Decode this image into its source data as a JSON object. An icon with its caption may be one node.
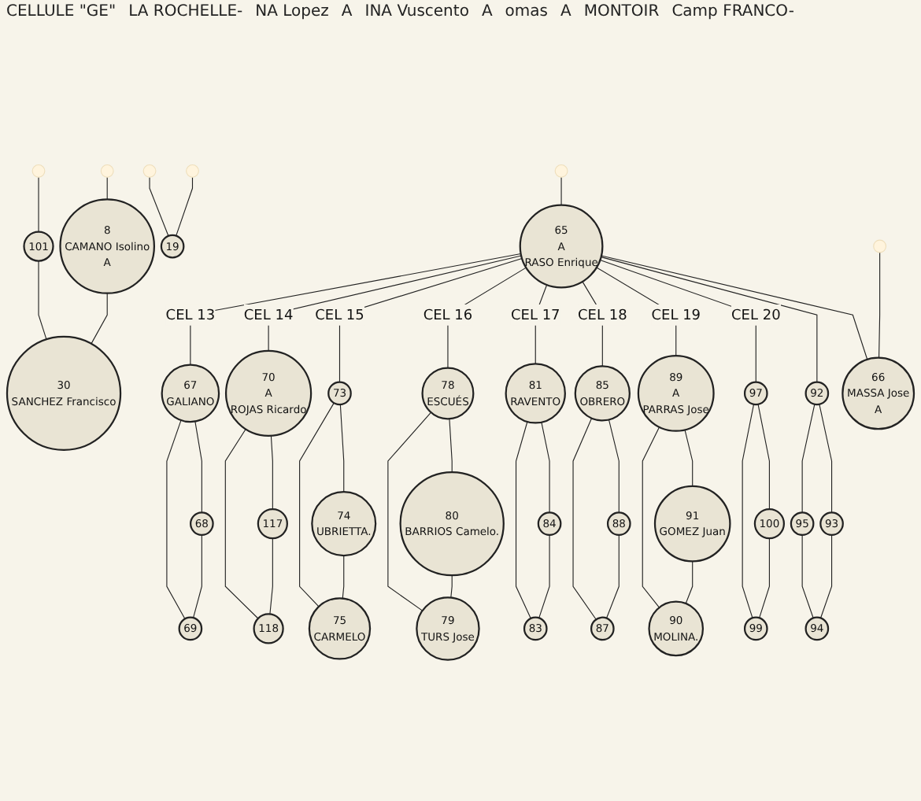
{
  "diagram": {
    "nodes": [
      {
        "text": [
          "65",
          "A",
          "RASO Enrique"
        ]
      },
      {
        "text": [
          "66",
          "MASSA Jose",
          "A"
        ]
      },
      {
        "text": [
          "92"
        ]
      },
      {
        "text": [
          "93"
        ]
      },
      {
        "text": [
          "95"
        ]
      },
      {
        "text": [
          "94"
        ]
      },
      {
        "text": [
          "97"
        ]
      },
      {
        "text": [
          "100"
        ]
      },
      {
        "text": [
          "89",
          "A",
          "PARRAS Jose"
        ]
      },
      {
        "text": [
          "99"
        ]
      },
      {
        "text": [
          "91",
          "GOMEZ Juan"
        ]
      },
      {
        "text": [
          "90",
          "MOLINA."
        ]
      },
      {
        "text": [
          "8",
          "CAMANO Isolino",
          "A"
        ]
      },
      {
        "text": [
          "101"
        ]
      },
      {
        "text": [
          "30",
          "SANCHEZ Francisco"
        ]
      },
      {
        "text": [
          "85",
          "OBRERO"
        ]
      },
      {
        "text": [
          "19"
        ]
      },
      {
        "text": [
          "81",
          "RAVENTO"
        ]
      },
      {
        "text": [
          "67",
          "GALIANO"
        ]
      },
      {
        "text": [
          "70",
          "A",
          "ROJAS Ricardo"
        ]
      },
      {
        "text": [
          "73"
        ]
      },
      {
        "text": [
          "78",
          "ESCUÉS"
        ]
      },
      {
        "text": [
          "88"
        ]
      },
      {
        "text": [
          "87"
        ]
      },
      {
        "text": [
          "84"
        ]
      },
      {
        "text": [
          "83"
        ]
      },
      {
        "text": [
          "80",
          "BARRIOS Camelo."
        ]
      },
      {
        "text": [
          "68"
        ]
      },
      {
        "text": [
          "69"
        ]
      },
      {
        "text": [
          "117"
        ]
      },
      {
        "text": [
          "118"
        ]
      },
      {
        "text": [
          "74",
          "UBRIETTA."
        ]
      },
      {
        "text": [
          "75",
          "CARMELO"
        ]
      },
      {
        "text": [
          "79",
          "TURS Jose"
        ]
      }
    ],
    "edges": [
      {
        "from": 0,
        "to": null,
        "arrow": "none"
      },
      {
        "from": 1,
        "to": null,
        "arrow": "none"
      },
      {
        "from": 0,
        "to": 1,
        "arrow": "none"
      },
      {
        "from": 0,
        "to": 2,
        "arrow": "none"
      },
      {
        "from": 2,
        "to": 3,
        "arrow": "none"
      },
      {
        "from": 2,
        "to": 4,
        "arrow": "none"
      },
      {
        "from": 3,
        "to": 5,
        "arrow": "none"
      },
      {
        "from": 4,
        "to": 5,
        "arrow": "none"
      },
      {
        "from": 0,
        "to": 6,
        "arrow": "none",
        "label": "CEL 20"
      },
      {
        "from": 6,
        "to": 7,
        "arrow": "none"
      },
      {
        "from": 6,
        "to": 9,
        "arrow": "none"
      },
      {
        "from": 7,
        "to": 9,
        "arrow": "none"
      },
      {
        "from": 0,
        "to": 8,
        "arrow": "none",
        "label": "CEL 19"
      },
      {
        "from": 8,
        "to": 10,
        "arrow": "none"
      },
      {
        "from": 8,
        "to": 11,
        "arrow": "none"
      },
      {
        "from": 10,
        "to": 11,
        "arrow": "none"
      },
      {
        "from": 0,
        "to": 15,
        "arrow": "none",
        "label": "CEL 18"
      },
      {
        "from": 15,
        "to": 22,
        "arrow": "none"
      },
      {
        "from": 15,
        "to": 23,
        "arrow": "none"
      },
      {
        "from": 22,
        "to": 23,
        "arrow": "none"
      },
      {
        "from": 0,
        "to": 17,
        "arrow": "none",
        "label": "CEL 17"
      },
      {
        "from": 17,
        "to": 24,
        "arrow": "none"
      },
      {
        "from": 17,
        "to": 25,
        "arrow": "none"
      },
      {
        "from": 24,
        "to": 25,
        "arrow": "none"
      },
      {
        "from": 0,
        "to": 21,
        "arrow": "none",
        "label": "CEL 16"
      },
      {
        "from": 21,
        "to": 26,
        "arrow": "none"
      },
      {
        "from": 21,
        "to": 33,
        "arrow": "none"
      },
      {
        "from": 26,
        "to": 33,
        "arrow": "none"
      },
      {
        "from": 0,
        "to": 20,
        "arrow": "none",
        "label": "CEL 15"
      },
      {
        "from": 20,
        "to": 31,
        "arrow": "none"
      },
      {
        "from": 20,
        "to": 32,
        "arrow": "none"
      },
      {
        "from": 31,
        "to": 32,
        "arrow": "none"
      },
      {
        "from": 0,
        "to": 19,
        "arrow": "none",
        "label": "CEL 14"
      },
      {
        "from": 19,
        "to": 29,
        "arrow": "none"
      },
      {
        "from": 19,
        "to": 30,
        "arrow": "none"
      },
      {
        "from": 29,
        "to": 30,
        "arrow": "none"
      },
      {
        "from": 0,
        "to": 18,
        "arrow": "none",
        "label": "CEL 13"
      },
      {
        "from": 18,
        "to": 27,
        "arrow": "none"
      },
      {
        "from": 18,
        "to": 28,
        "arrow": "none"
      },
      {
        "from": 27,
        "to": 28,
        "arrow": "none"
      },
      {
        "from": null,
        "to": 12,
        "arrow": "none"
      },
      {
        "from": 12,
        "to": 14,
        "arrow": "none"
      },
      {
        "from": null,
        "to": 13,
        "arrow": "none"
      },
      {
        "from": 13,
        "to": 14,
        "arrow": "none"
      },
      {
        "from": null,
        "to": 16,
        "arrow": "none"
      },
      {
        "from": 16,
        "to": null,
        "arrow": "none"
      }
    ],
    "labels": [
      "CELLULE \"GE\"",
      "LA ROCHELLE-",
      "NA Lopez",
      "A",
      "INA Vuscento",
      "A",
      "omas",
      "A",
      "MONTOIR",
      "Camp FRANCO-"
    ]
  }
}
